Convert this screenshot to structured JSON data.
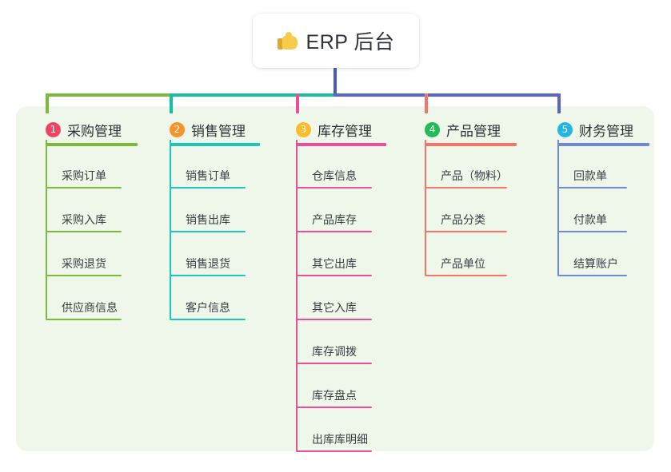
{
  "root": {
    "icon": "thumbs-up-emoji",
    "title": "ERP 后台"
  },
  "columns": [
    {
      "number": "1",
      "title": "采购管理",
      "badge_color": "#ef4565",
      "line_color": "#7cba3d",
      "items": [
        "采购订单",
        "采购入库",
        "采购退货",
        "供应商信息"
      ]
    },
    {
      "number": "2",
      "title": "销售管理",
      "badge_color": "#f7932a",
      "line_color": "#22c3ba",
      "items": [
        "销售订单",
        "销售出库",
        "销售退货",
        "客户信息"
      ]
    },
    {
      "number": "3",
      "title": "库存管理",
      "badge_color": "#fbbb2b",
      "line_color": "#ea4f9a",
      "items": [
        "仓库信息",
        "产品库存",
        "其它出库",
        "其它入库",
        "库存调拨",
        "库存盘点",
        "出库库明细"
      ]
    },
    {
      "number": "4",
      "title": "产品管理",
      "badge_color": "#22bb55",
      "line_color": "#f4766b",
      "items": [
        "产品（物料）",
        "产品分类",
        "产品单位"
      ]
    },
    {
      "number": "5",
      "title": "财务管理",
      "badge_color": "#22b5e8",
      "line_color": "#6f8ad4",
      "items": [
        "回款单",
        "付款单",
        "结算账户"
      ]
    }
  ],
  "connectors": {
    "stem_color": "#4a5bc0",
    "bus_segments": [
      {
        "color": "#7cba3d"
      },
      {
        "color": "#16bfa0"
      },
      {
        "color": "#5a66c6"
      }
    ],
    "drops": [
      "#7cba3d",
      "#16bfa0",
      "#ea4f9a",
      "#f4766b",
      "#5a66c6"
    ]
  },
  "canvas": {
    "panel_color": "#eef7e9",
    "background": "#ffffff"
  }
}
